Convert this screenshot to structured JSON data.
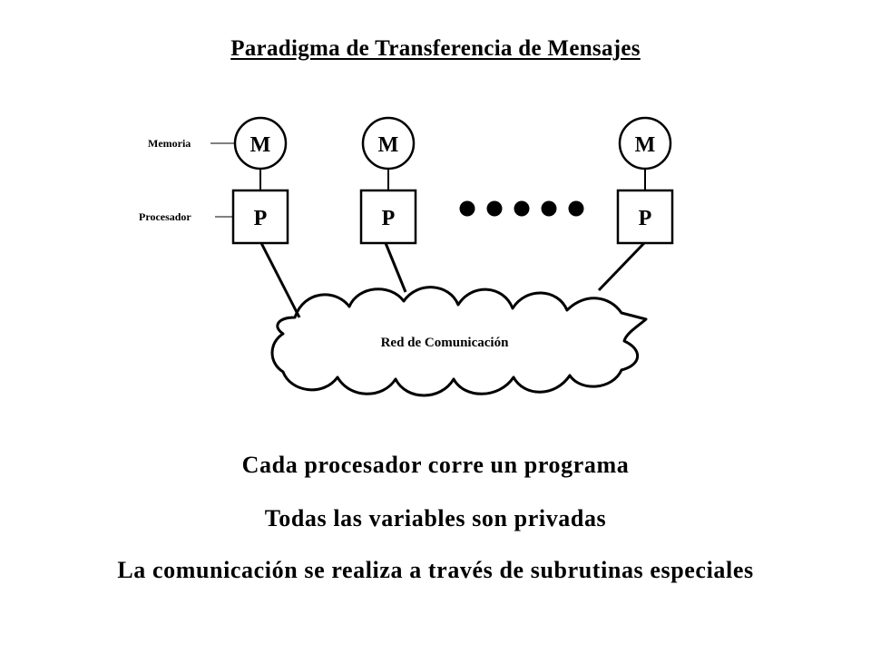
{
  "title": "Paradigma de Transferencia de Mensajes",
  "diagram": {
    "memory_label": "Memoria",
    "processor_label": "Procesador",
    "memory_symbol": "M",
    "processor_symbol": "P",
    "network_label": "Red de Comunicación",
    "ellipsis_dot_count": 5
  },
  "lines": [
    "Cada procesador corre un programa",
    "Todas las variables son privadas",
    "La comunicación se realiza a través de subrutinas especiales"
  ]
}
